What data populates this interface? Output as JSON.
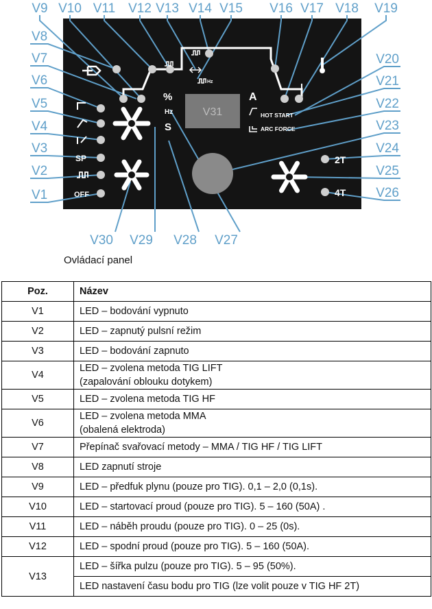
{
  "callouts": {
    "top": [
      "V9",
      "V10",
      "V11",
      "V12",
      "V13",
      "V14",
      "V15",
      "V16",
      "V17",
      "V18",
      "V19"
    ],
    "left": [
      "V8",
      "V7",
      "V6",
      "V5",
      "V4",
      "V3",
      "V2",
      "V1"
    ],
    "right": [
      "V20",
      "V21",
      "V22",
      "V23",
      "V24",
      "V25",
      "V26"
    ],
    "bottom": [
      "V30",
      "V29",
      "V28",
      "V27"
    ]
  },
  "panel": {
    "display_label": "V31",
    "unit_percent": "%",
    "unit_hz": "Hz",
    "unit_s": "S",
    "unit_a": "A",
    "hot_start": "HOT START",
    "arc_force": "ARC FORCE",
    "sp": "SP",
    "off": "OFF",
    "two_t": "2T",
    "four_t": "4T",
    "hz_small": "Hz"
  },
  "caption": "Ovládací panel",
  "table": {
    "headers": [
      "Poz.",
      "Název"
    ],
    "rows": [
      {
        "pos": "V1",
        "lines": [
          "LED – bodování vypnuto"
        ]
      },
      {
        "pos": "V2",
        "lines": [
          "LED – zapnutý pulsní režim"
        ]
      },
      {
        "pos": "V3",
        "lines": [
          "LED – bodování zapnuto"
        ]
      },
      {
        "pos": "V4",
        "lines": [
          "LED – zvolena metoda TIG LIFT",
          "(zapalování oblouku dotykem)"
        ]
      },
      {
        "pos": "V5",
        "lines": [
          "LED – zvolena metoda TIG HF"
        ]
      },
      {
        "pos": "V6",
        "lines": [
          "LED – zvolena metoda MMA",
          "(obalená elektroda)"
        ]
      },
      {
        "pos": "V7",
        "lines": [
          "Přepínač svařovací metody – MMA / TIG HF / TIG LIFT"
        ]
      },
      {
        "pos": "V8",
        "lines": [
          "LED zapnutí stroje"
        ]
      },
      {
        "pos": "V9",
        "lines": [
          "LED – předfuk plynu (pouze pro TIG). 0,1 – 2,0 (0,1s)."
        ]
      },
      {
        "pos": "V10",
        "lines": [
          "LED – startovací proud (pouze pro TIG). 5 – 160 (50A) ."
        ]
      },
      {
        "pos": "V11",
        "lines": [
          "LED – náběh proudu (pouze pro TIG). 0 – 25 (0s)."
        ]
      },
      {
        "pos": "V12",
        "lines": [
          "LED – spodní proud (pouze pro TIG). 5 – 160 (50A)."
        ]
      }
    ],
    "v13": {
      "pos": "V13",
      "line1": "LED – šířka pulzu (pouze pro TIG). 5 – 95 (50%).",
      "line2": "LED nastavení času bodu pro TIG (lze volit pouze v TIG HF 2T)"
    }
  }
}
